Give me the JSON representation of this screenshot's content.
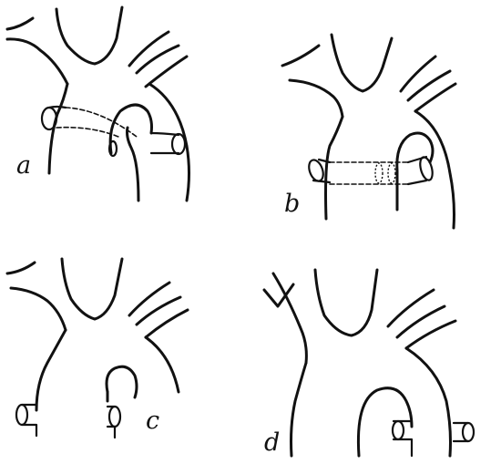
{
  "panels": {
    "a": {
      "label": "a"
    },
    "b": {
      "label": "b"
    },
    "c": {
      "label": "c"
    },
    "d": {
      "label": "d"
    }
  },
  "colors": {
    "ink": "#111111",
    "paper": "#ffffff"
  }
}
